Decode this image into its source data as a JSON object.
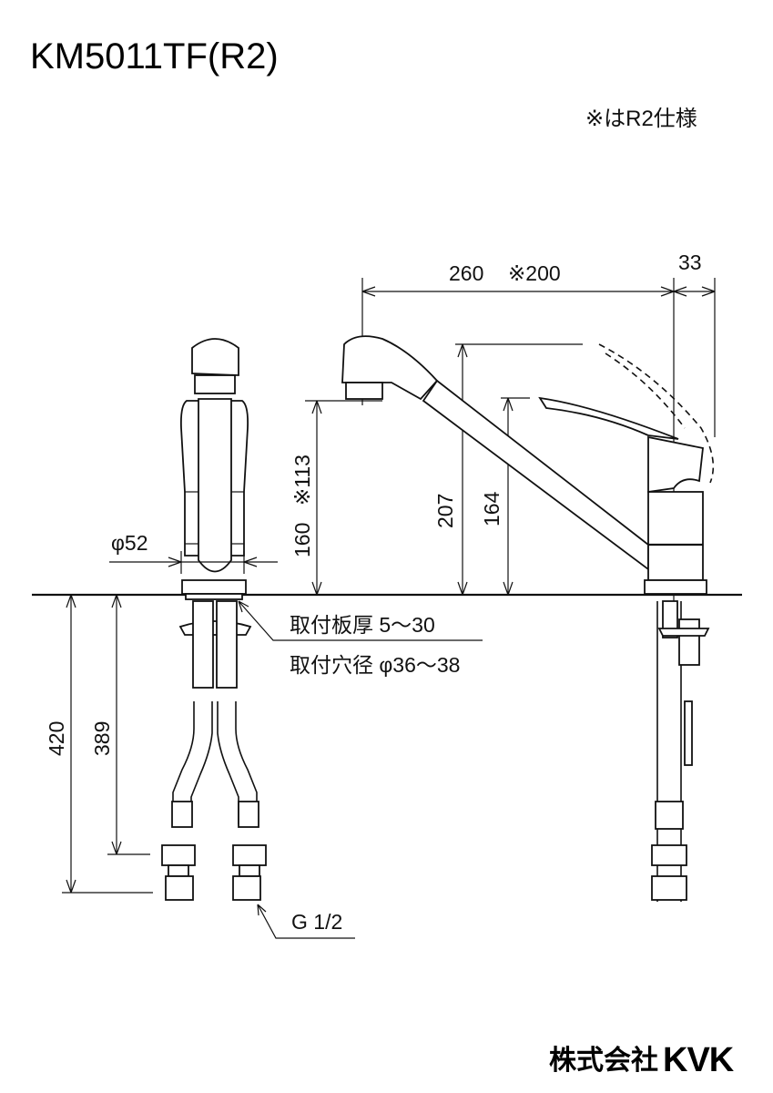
{
  "title": "KM5011TF(R2)",
  "note": "※はR2仕様",
  "dimensions": {
    "spout_reach": "260",
    "spout_reach_r2": "※200",
    "lever_offset": "33",
    "spout_height": "160",
    "spout_height_r2": "※113",
    "lever_height_max": "207",
    "lever_height": "164",
    "base_diameter": "φ52",
    "hose_length": "420",
    "hose_length_to_nut": "389"
  },
  "annotations": {
    "plate_thickness": "取付板厚 5〜30",
    "hole_diameter": "取付穴径 φ36〜38",
    "thread": "G 1/2"
  },
  "logo": {
    "company": "株式会社",
    "brand": "KVK"
  }
}
